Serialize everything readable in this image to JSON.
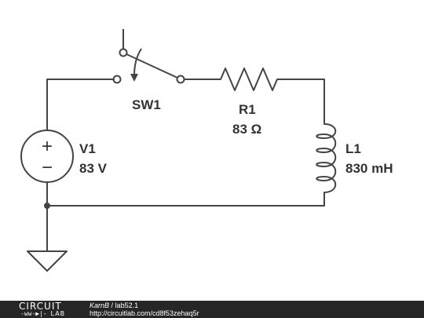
{
  "components": {
    "switch": {
      "name": "SW1"
    },
    "resistor": {
      "name": "R1",
      "value": "83 Ω"
    },
    "voltage_source": {
      "name": "V1",
      "value": "83 V",
      "plus": "+",
      "minus": "−"
    },
    "inductor": {
      "name": "L1",
      "value": "830 mH"
    }
  },
  "footer": {
    "logo_top": "CIRCUIT",
    "logo_bottom": "LAB",
    "author": "KarnB",
    "separator": "/",
    "circuit_name": "lab52.1",
    "url": "http://circuitlab.com/cd8f53zehaq5r"
  },
  "colors": {
    "wire": "#444444",
    "text": "#333333",
    "footer_bg": "#262626"
  }
}
